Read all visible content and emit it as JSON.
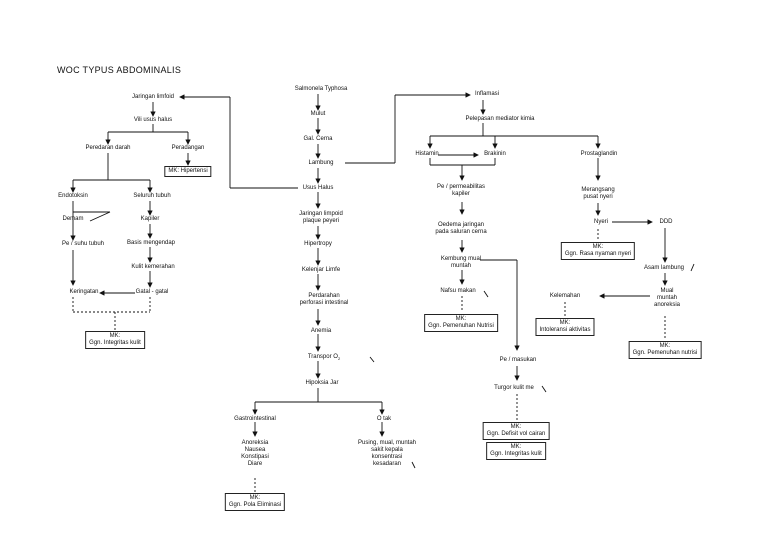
{
  "title": "WOC TYPUS ABDOMINALIS",
  "nodes": {
    "salmonela": "Salmonela Typhosa",
    "mulut": "Mulut",
    "gal_cerna": "Gal. Cerna",
    "lambung": "Lambung",
    "usus_halus": "Usus Halus",
    "jaringan_limpoid_1": "Jaringan limpoid",
    "jaringan_limpoid_2": "plaque peyeri",
    "hipertropy": "Hipertropy",
    "kelenjar_limfe": "Kelenjar Limfe",
    "perdarahan_1": "Perdarahan",
    "perdarahan_2": "perforasi intestinal",
    "anemia": "Anemia",
    "transpor": "Transpor O",
    "transpor_sub": "2",
    "hipoksia": "Hipoksia Jar",
    "gastrointestinal": "Gastrointestinal",
    "anoreksia_1": "Anoreksia",
    "anoreksia_2": "Nausea",
    "anoreksia_3": "Konstipasi",
    "anoreksia_4": "Diare",
    "otak": "O tak",
    "pusing_1": "Pusing, mual, muntah",
    "pusing_2": "sakit kepala",
    "pusing_3": "konsentrasi",
    "pusing_4": "kesadaran",
    "jaringan_limfoid": "Jaringan limfoid",
    "vili": "Vili usus halus",
    "peredaran": "Peredaran darah",
    "peradangan": "Peradangan",
    "endotoksin": "Endotoksin",
    "seluruh_tubuh": "Seluruh tubuh",
    "demam": "Demam",
    "kapiler": "Kapiler",
    "pe_suhu": "Pe / suhu tubuh",
    "basis": "Basis mengendap",
    "kulit": "Kulit kemerahan",
    "keringatan": "Keringatan",
    "gatal": "Gatal - gatal",
    "inflamasi": "Inflamasi",
    "pelepasan": "Pelepasan mediator kimia",
    "histamin": "Histamin",
    "brakinin": "Brakinin",
    "prostaglandin": "Prostaglandin",
    "pe_permeabilitas_1": "Pe / permeabilitas",
    "pe_permeabilitas_2": "kapiler",
    "oedema_1": "Oedema jaringan",
    "oedema_2": "pada saluran cerna",
    "kembung_1": "Kembung mual",
    "kembung_2": "muntah",
    "nafsu": "Nafsu makan",
    "pe_masukan": "Pe / masukan",
    "turgor": "Turgor kulit me",
    "merangsang_1": "Merangsang",
    "merangsang_2": "pusat nyeri",
    "nyeri": "Nyeri",
    "ddd": "DDD",
    "asam": "Asam lambung",
    "mual_1": "Mual",
    "mual_2": "muntah",
    "mual_3": "anoreksia",
    "kelemahan": "Kelemahan"
  },
  "boxes": {
    "hipertensi": "MK: Hipertensi",
    "integritas_mk": "MK:",
    "integritas": "Ggn. Integritas kulit",
    "eliminasi_mk": "MK:",
    "eliminasi": "Ggn. Pola Eliminasi",
    "nutrisi_left_mk": "MK:",
    "nutrisi_left": "Ggn. Pemenuhan Nutrisi",
    "defisit_mk": "MK:",
    "defisit": "Ggn. Defisit vol cairan",
    "integritas2_mk": "MK:",
    "integritas2": "Ggn. Integritas kulit",
    "rasa_mk": "MK:",
    "rasa": "Ggn. Rasa nyaman nyeri",
    "intoleransi_mk": "MK:",
    "intoleransi": "Intoleransi aktivitas",
    "nutrisi_right_mk": "MK:",
    "nutrisi_right": "Ggn. Pemenuhan nutrisi"
  }
}
